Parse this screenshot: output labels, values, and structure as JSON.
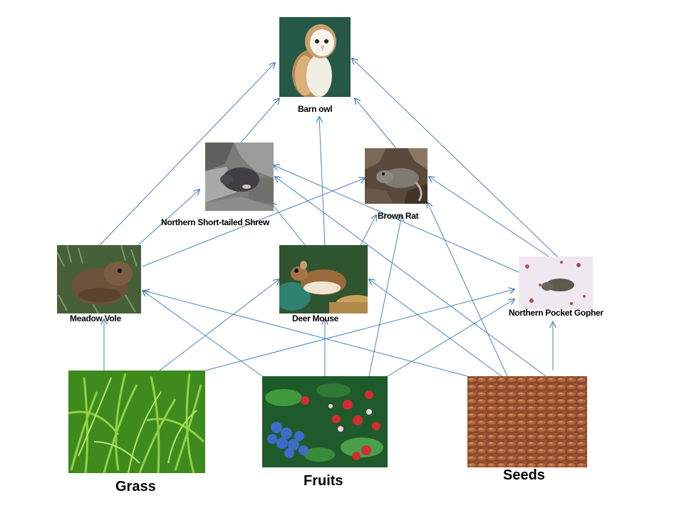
{
  "nodes": {
    "barn_owl": "Barn owl",
    "shrew": "Northern Short-tailed Shrew",
    "brown_rat": "Brown Rat",
    "meadow_vole": "Meadow Vole",
    "deer_mouse": "Deer Mouse",
    "gopher": "Northern Pocket  Gopher",
    "grass": "Grass",
    "fruits": "Fruits",
    "seeds": "Seeds"
  },
  "links": [
    {
      "from": "grass",
      "to": "meadow_vole"
    },
    {
      "from": "grass",
      "to": "deer_mouse"
    },
    {
      "from": "grass",
      "to": "gopher"
    },
    {
      "from": "fruits",
      "to": "meadow_vole"
    },
    {
      "from": "fruits",
      "to": "deer_mouse"
    },
    {
      "from": "fruits",
      "to": "brown_rat"
    },
    {
      "from": "fruits",
      "to": "gopher"
    },
    {
      "from": "seeds",
      "to": "meadow_vole"
    },
    {
      "from": "seeds",
      "to": "deer_mouse"
    },
    {
      "from": "seeds",
      "to": "shrew"
    },
    {
      "from": "seeds",
      "to": "brown_rat"
    },
    {
      "from": "seeds",
      "to": "gopher"
    },
    {
      "from": "meadow_vole",
      "to": "barn_owl"
    },
    {
      "from": "meadow_vole",
      "to": "shrew"
    },
    {
      "from": "meadow_vole",
      "to": "brown_rat"
    },
    {
      "from": "deer_mouse",
      "to": "barn_owl"
    },
    {
      "from": "deer_mouse",
      "to": "shrew"
    },
    {
      "from": "deer_mouse",
      "to": "brown_rat"
    },
    {
      "from": "gopher",
      "to": "barn_owl"
    },
    {
      "from": "gopher",
      "to": "shrew"
    },
    {
      "from": "gopher",
      "to": "brown_rat"
    },
    {
      "from": "shrew",
      "to": "barn_owl"
    },
    {
      "from": "brown_rat",
      "to": "barn_owl"
    }
  ],
  "colors": {
    "arrow": "#4f81bd"
  }
}
